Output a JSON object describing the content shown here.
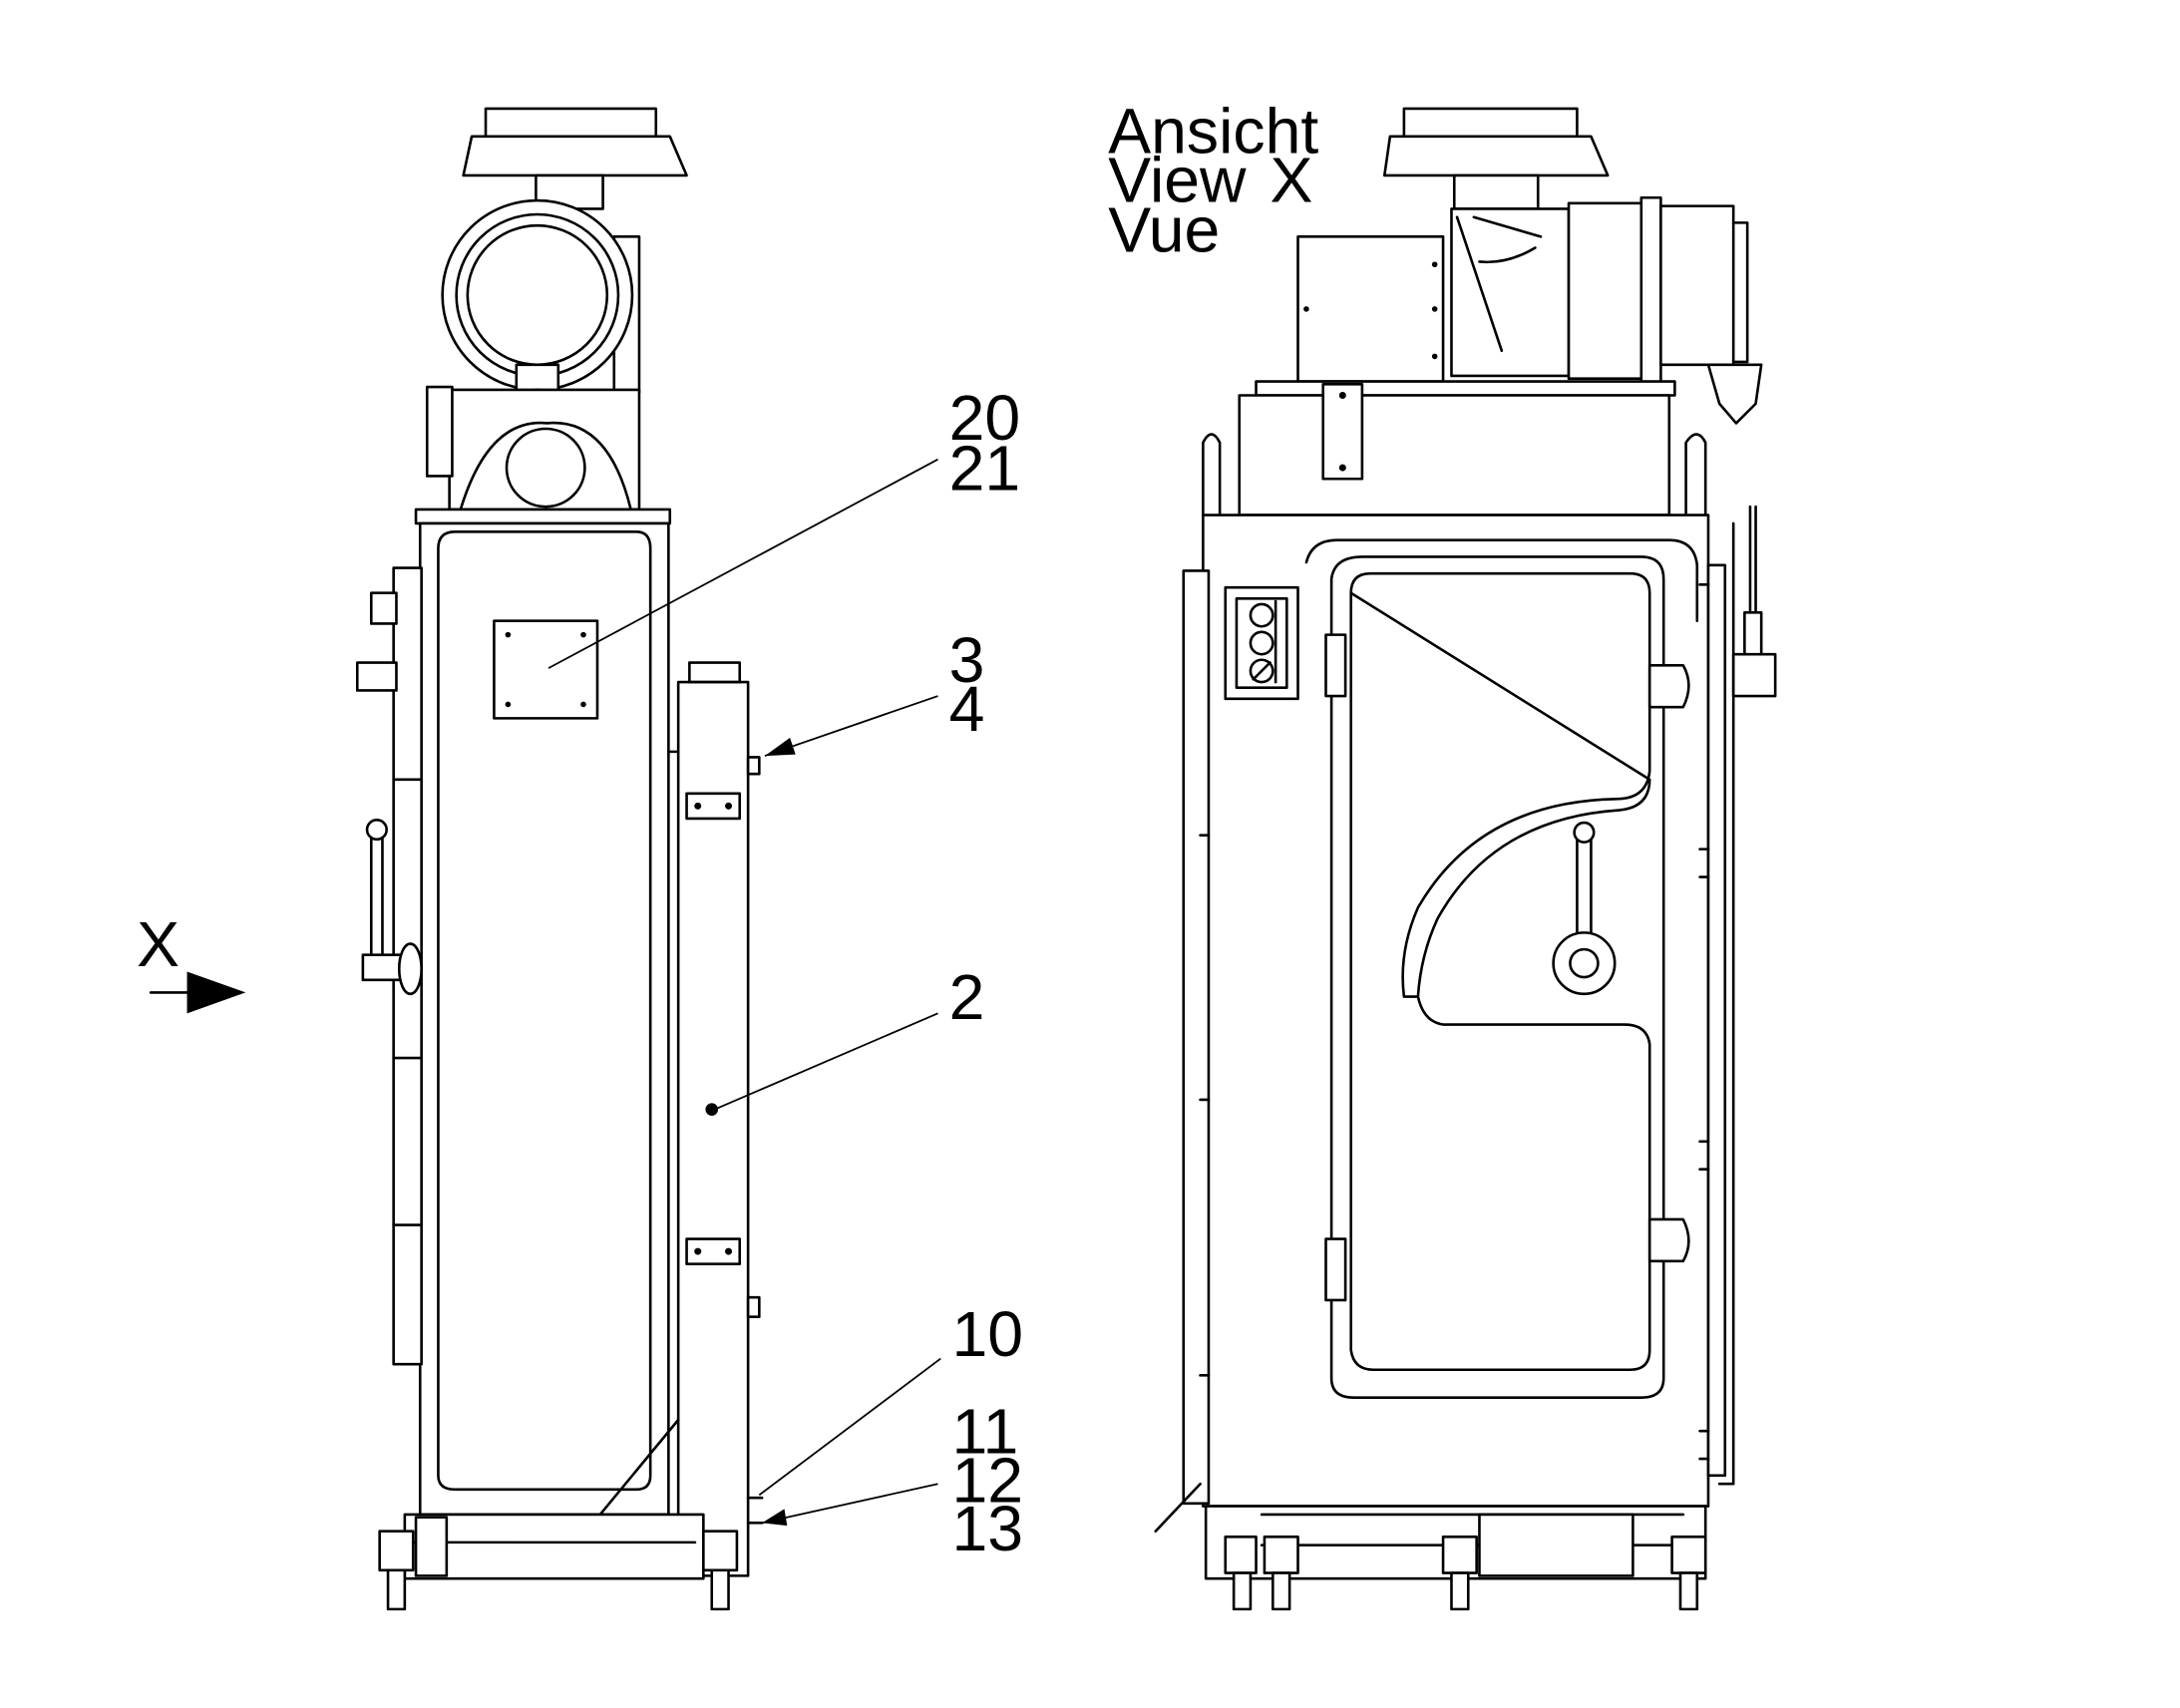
{
  "view_caption": {
    "line1": "Ansicht",
    "line2": "View",
    "line3": "Vue",
    "view_letter": "X"
  },
  "view_arrow_letter": "X",
  "callouts": [
    "20",
    "21",
    "3",
    "4",
    "2",
    "10",
    "11",
    "12",
    "13"
  ],
  "colors": {
    "ink": "#000000",
    "paper": "#ffffff"
  }
}
